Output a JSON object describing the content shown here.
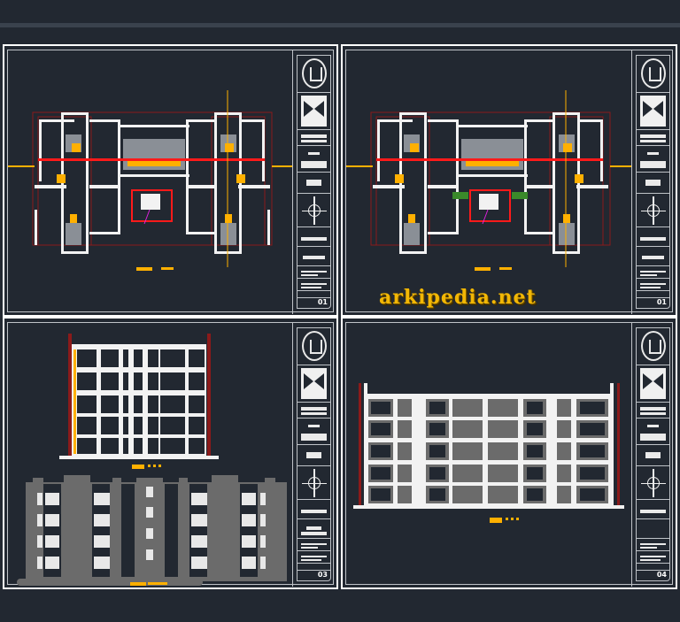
{
  "viewport": {
    "background": "#222831",
    "strip_color": "#3a424d"
  },
  "watermark": {
    "text": "arkipedia.net",
    "color": "#f2b705"
  },
  "sheets": [
    {
      "id": "sheet-1",
      "view": "floor-plan",
      "sheet_number": "01",
      "description": "Typical floor plan with two symmetric wings and central stair"
    },
    {
      "id": "sheet-2",
      "view": "floor-plan",
      "sheet_number": "01",
      "description": "Floor plan variant with green planters flanking stair"
    },
    {
      "id": "sheet-3",
      "view": "section-and-elevation",
      "sheet_number": "03",
      "description": "Building section (5 floors) and front elevation"
    },
    {
      "id": "sheet-4",
      "view": "longitudinal-section",
      "sheet_number": "04",
      "description": "Longitudinal section, 5 floors"
    }
  ],
  "colors": {
    "wall": "#f2f2f2",
    "dimension": "#8b1a1a",
    "axis_red": "#ff1a1a",
    "accent_yellow": "#ffb000",
    "elevation_gray": "#6b6b6b",
    "planter_green": "#3a8a2a",
    "magenta": "#e020e0"
  },
  "title_block": {
    "cells": [
      "logo",
      "hourglass-emblem",
      "project-lines",
      "title-block",
      "drawing-name",
      "north-arrow",
      "notes",
      "scale",
      "designer",
      "reviewer",
      "date",
      "sheet-number"
    ]
  }
}
